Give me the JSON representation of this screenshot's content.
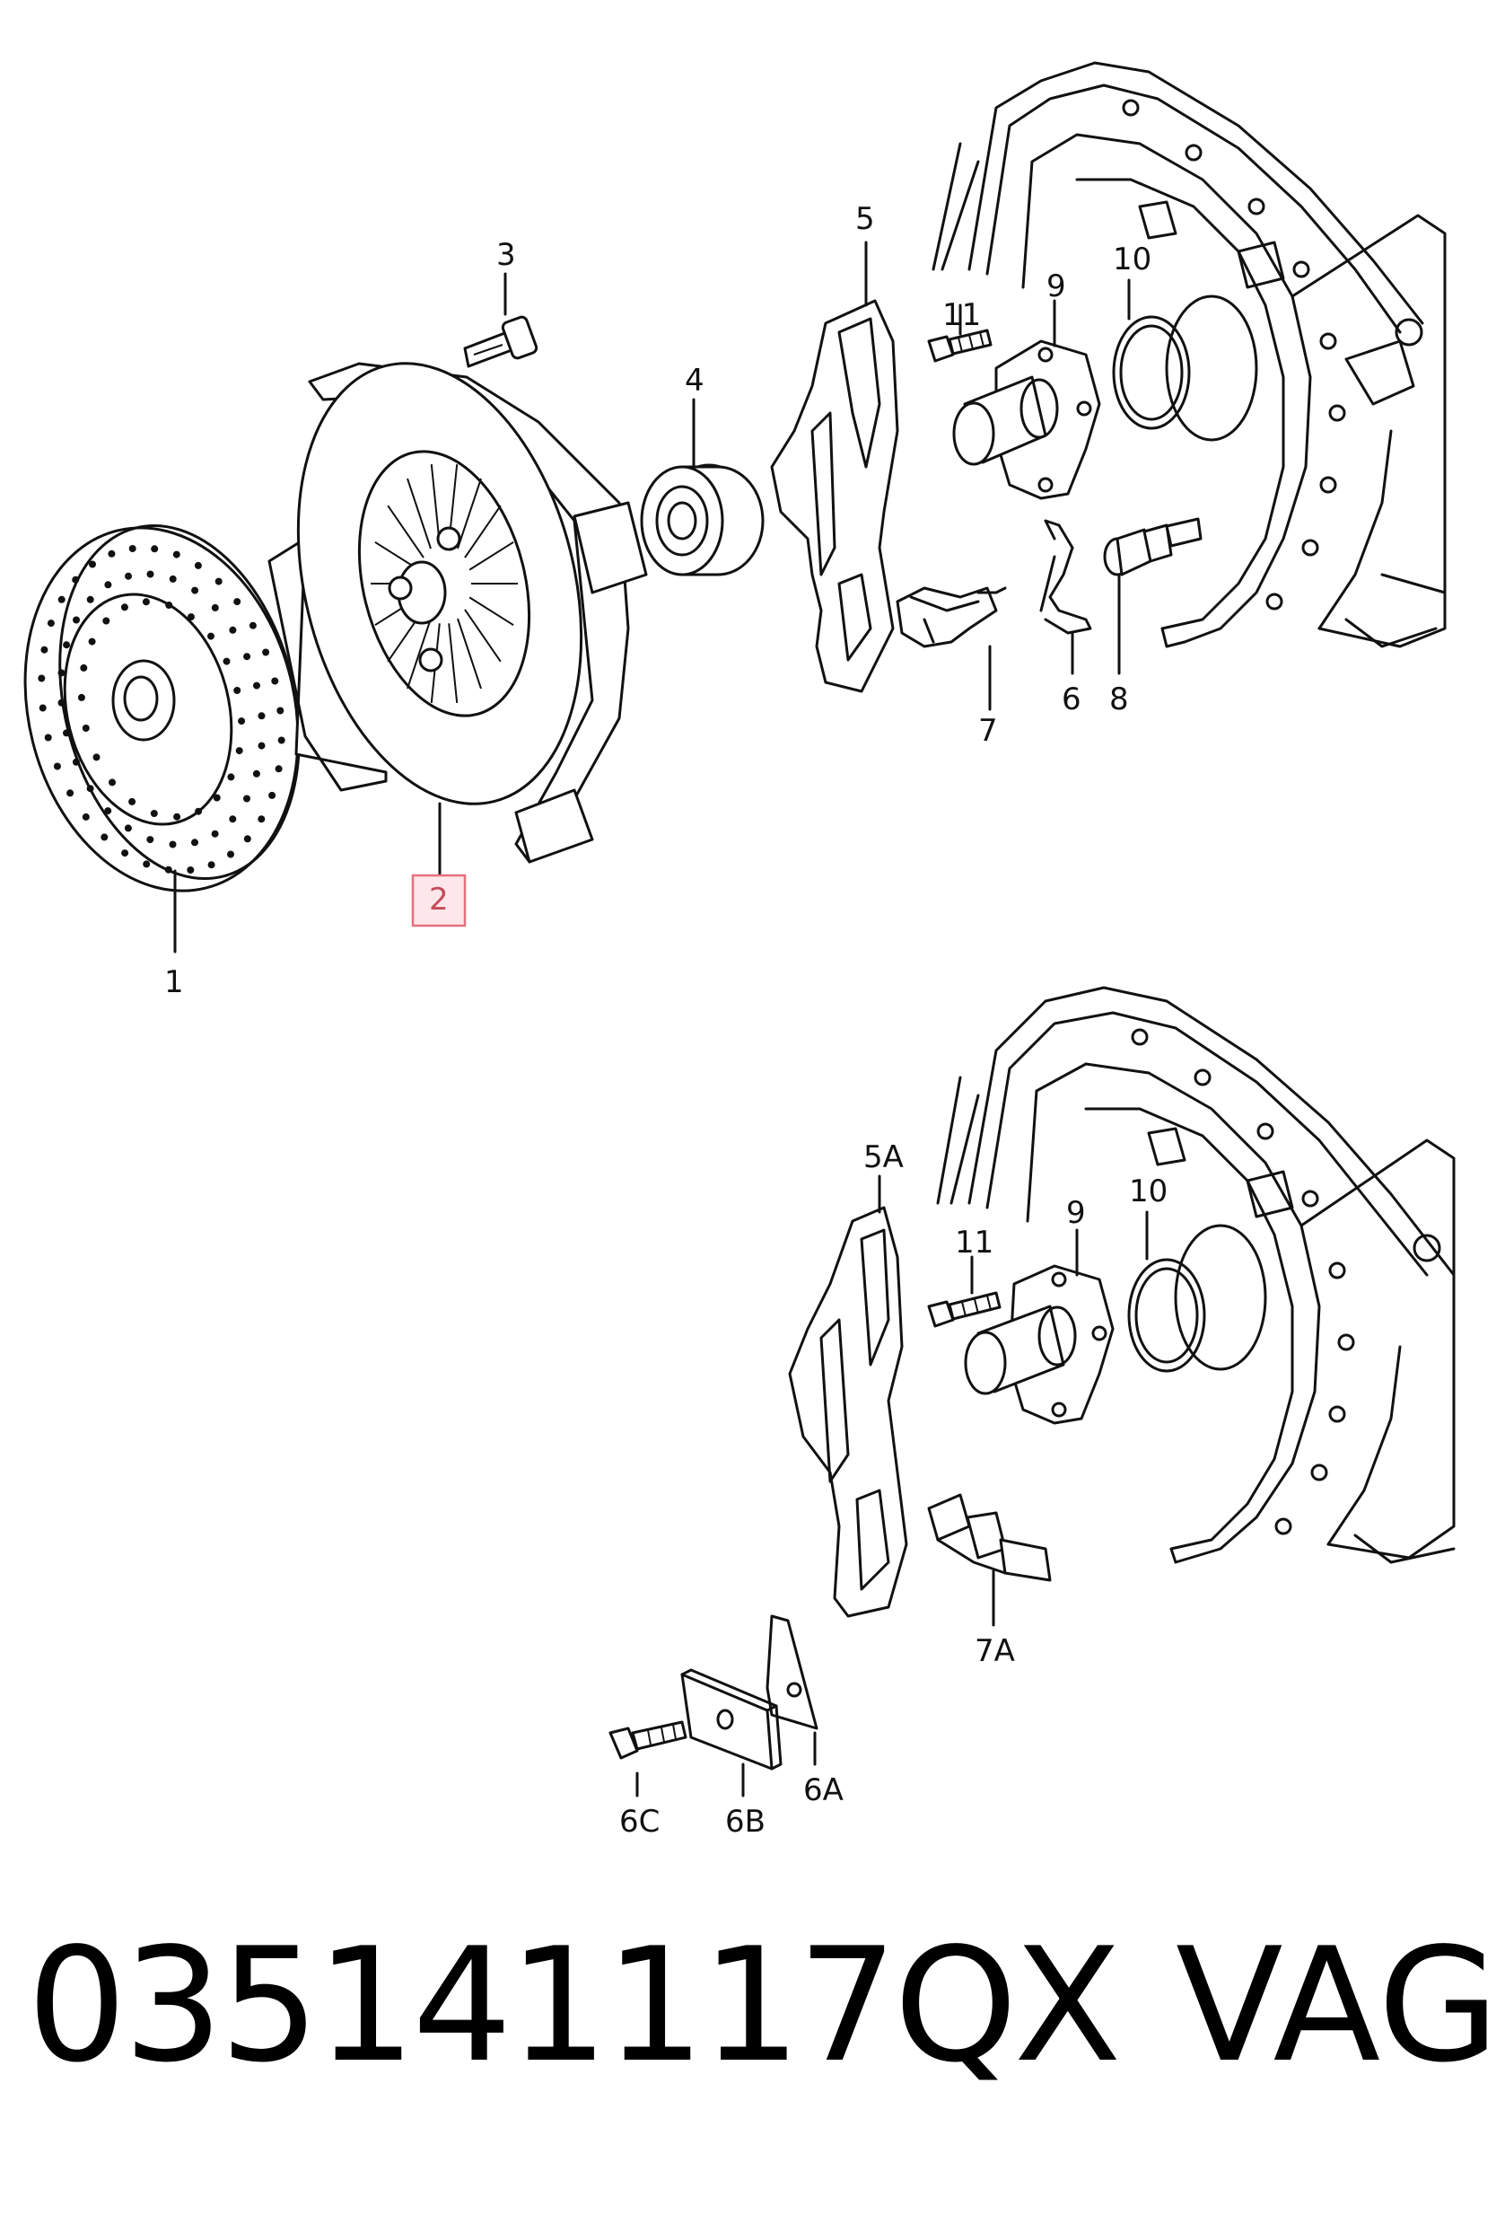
{
  "callouts": {
    "c1": "1",
    "c2": "2",
    "c3": "3",
    "c4": "4",
    "c5": "5",
    "c6": "6",
    "c7": "7",
    "c8": "8",
    "c9": "9",
    "c10": "10",
    "c11": "11",
    "c5a": "5A",
    "c9b": "9",
    "c10b": "10",
    "c11b": "11",
    "c7a": "7A",
    "c6a": "6A",
    "c6b": "6B",
    "c6c": "6C"
  },
  "highlight": {
    "callout": "2",
    "color": "#e5707e"
  },
  "footer": {
    "part_number": "035141117QX",
    "brand": "VAG"
  }
}
